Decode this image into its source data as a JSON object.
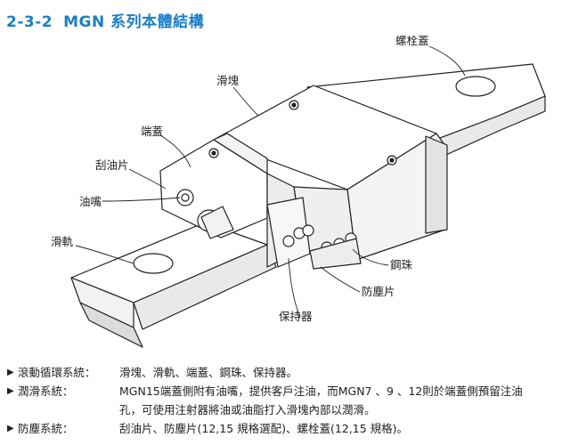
{
  "heading": {
    "number": "2-3-2",
    "title": "MGN 系列本體結構"
  },
  "labels": {
    "end_seal_cap": "螺栓蓋",
    "block": "滑塊",
    "end_cap": "端蓋",
    "scraper": "刮油片",
    "nipple": "油嘴",
    "rail": "滑軌",
    "ball": "鋼珠",
    "bottom_seal": "防塵片",
    "retainer": "保持器"
  },
  "specs": [
    {
      "bullet": "▶",
      "key": "滾動循環系統：",
      "value": "滑塊、滑軌、端蓋、鋼珠、保持器。"
    },
    {
      "bullet": "▶",
      "key": "潤滑系統：",
      "value": "MGN15端蓋側附有油嘴，提供客戶注油，而MGN7 、9 、12則於端蓋側預留注油"
    },
    {
      "bullet": "",
      "key": "",
      "value": "孔，可使用注射器將油或油脂打入滑塊內部以潤滑。"
    },
    {
      "bullet": "▶",
      "key": "防塵系統：",
      "value": "刮油片、防塵片(12,15 規格選配)、螺栓蓋(12,15 規格)。"
    }
  ]
}
